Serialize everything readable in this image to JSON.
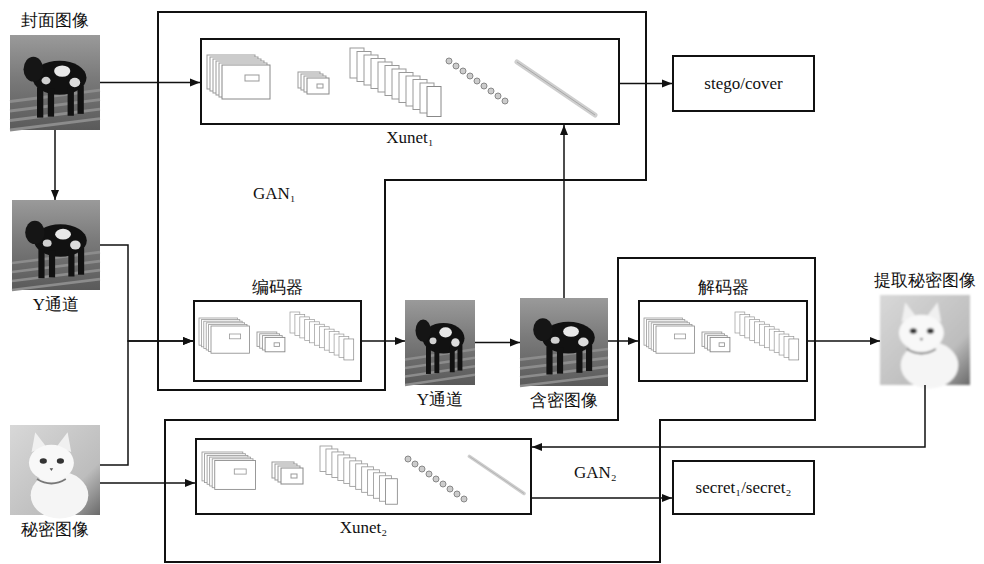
{
  "diagram": {
    "nodes": [
      {
        "text": [
          "封面图像"
        ]
      },
      {
        "text": [
          "GAN₁"
        ]
      },
      {
        "text": [
          "Xunet₁"
        ],
        "in": 1
      },
      {
        "text": [
          "stego/cover"
        ]
      },
      {
        "text": [
          "Y通道"
        ]
      },
      {
        "text": [
          "编码器"
        ],
        "in": 1
      },
      {
        "text": [
          "Y通道"
        ]
      },
      {
        "text": [
          "含密图像"
        ]
      },
      {
        "text": [
          "GAN₂"
        ]
      },
      {
        "text": [
          "解码器"
        ],
        "in": 8
      },
      {
        "text": [
          "提取秘密图像"
        ]
      },
      {
        "text": [
          "秘密图像"
        ]
      },
      {
        "text": [
          "Xunet₂"
        ],
        "in": 8
      },
      {
        "text": [
          "secret₁/secret₂"
        ]
      }
    ],
    "edges": [
      {
        "from": 0,
        "to": 2,
        "arrow": "to"
      },
      {
        "from": 0,
        "to": 4,
        "arrow": "to"
      },
      {
        "from": 4,
        "to": 5,
        "arrow": "to"
      },
      {
        "from": 11,
        "to": 5,
        "arrow": "to"
      },
      {
        "from": 5,
        "to": 6,
        "arrow": "to"
      },
      {
        "from": 6,
        "to": 7,
        "arrow": "to"
      },
      {
        "from": 7,
        "to": 2,
        "arrow": "to"
      },
      {
        "from": 7,
        "to": 9,
        "arrow": "to"
      },
      {
        "from": 2,
        "to": 3,
        "arrow": "to"
      },
      {
        "from": 9,
        "to": 10,
        "arrow": "to"
      },
      {
        "from": 10,
        "to": 12,
        "arrow": "to"
      },
      {
        "from": 11,
        "to": 12,
        "arrow": "to"
      },
      {
        "from": 12,
        "to": 13,
        "arrow": "to"
      }
    ]
  }
}
